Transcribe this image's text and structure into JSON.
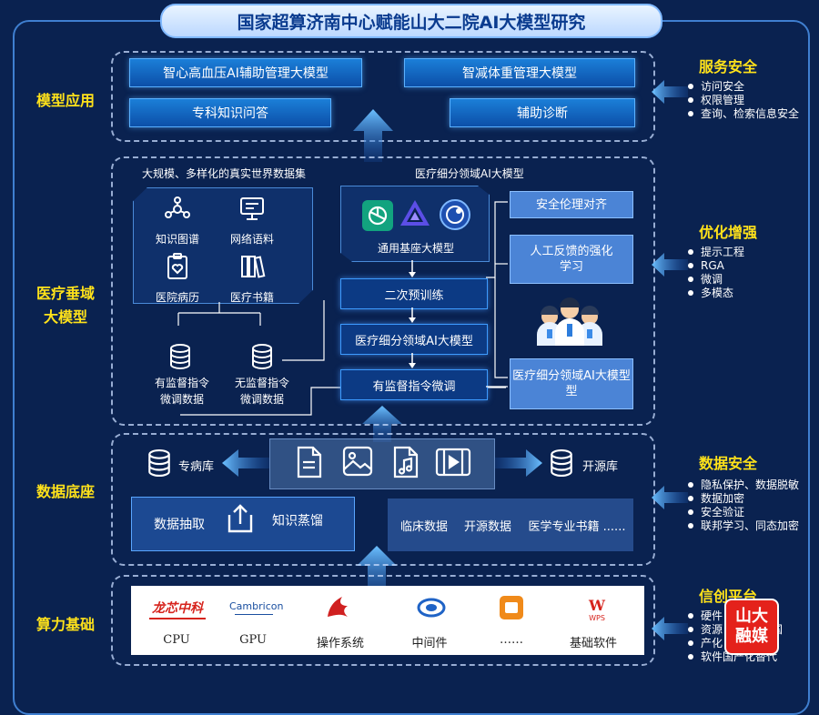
{
  "title": "国家超算济南中心赋能山大二院AI大模型研究",
  "rows": {
    "app": "模型应用",
    "medical_line1": "医疗垂域",
    "medical_line2": "大模型",
    "data": "数据底座",
    "compute": "算力基础"
  },
  "applications": [
    "智心高血压AI辅助管理大模型",
    "智减体重管理大模型",
    "专科知识问答",
    "辅助诊断"
  ],
  "dataset": {
    "title": "大规模、多样化的真实世界数据集",
    "items": [
      "知识图谱",
      "网络语料",
      "医院病历",
      "医疗书籍"
    ]
  },
  "finetune_data": {
    "supervised_line1": "有监督指令",
    "supervised_line2": "微调数据",
    "unsupervised_line1": "无监督指令",
    "unsupervised_line2": "微调数据"
  },
  "domain_model": {
    "title": "医疗细分领域AI大模型",
    "base": "通用基座大模型",
    "steps": [
      "二次预训练",
      "医疗细分领域AI大模型",
      "有监督指令微调"
    ]
  },
  "right_boxes": {
    "ethics": "安全伦理对齐",
    "rlhf_line1": "人工反馈的强化",
    "rlhf_line2": "学习",
    "result_line1": "医疗细分领域AI大模型",
    "result_line2": "型"
  },
  "data_layer": {
    "left_db": "专病库",
    "right_db": "开源库",
    "extract": "数据抽取",
    "distill": "知识蒸馏",
    "sources": [
      "临床数据",
      "开源数据",
      "医学专业书籍 ......"
    ]
  },
  "compute": {
    "items": [
      "CPU",
      "GPU",
      "操作系统",
      "中间件",
      "……",
      "基础软件"
    ],
    "logo1": "龙芯中科",
    "logo2": "Cambricon",
    "logo6": "WPS"
  },
  "right_side": {
    "service": {
      "title": "服务安全",
      "items": [
        "访问安全",
        "权限管理",
        "查询、检索信息安全"
      ]
    },
    "optimize": {
      "title": "优化增强",
      "items": [
        "提示工程",
        "RGA",
        "微调",
        "多模态"
      ]
    },
    "datasec": {
      "title": "数据安全",
      "items": [
        "隐私保护、数据脱敏",
        "数据加密",
        "安全验证",
        "联邦学习、同态加密"
      ]
    },
    "xinchuang": {
      "title": "信创平台",
      "items": [
        "硬件",
        "资源",
        "国",
        "产化",
        "软件国产化替代"
      ]
    }
  },
  "watermark": {
    "line1": "山大",
    "line2": "融媒"
  },
  "colors": {
    "background": "#0a2250",
    "accent_yellow": "#ffe21a",
    "glow_blue": "#3d9bff"
  }
}
